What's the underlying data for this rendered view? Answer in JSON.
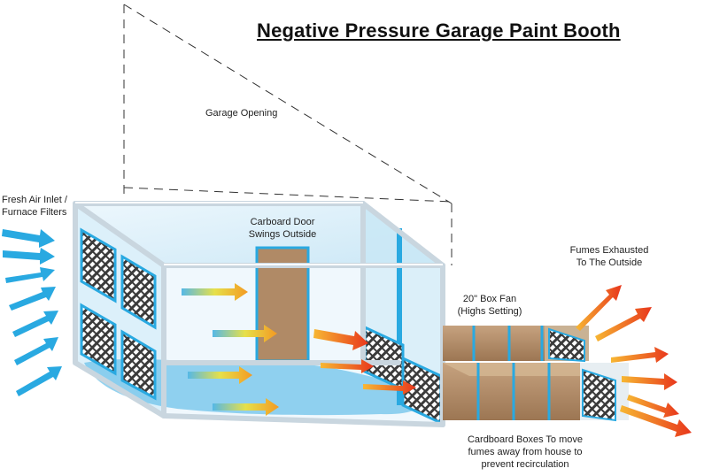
{
  "diagram": {
    "title": "Negative Pressure Garage Paint Booth",
    "labels": {
      "garage_opening": "Garage Opening",
      "fresh_air_line1": "Fresh Air Inlet /",
      "fresh_air_line2": "Furnace Filters",
      "door_line1": "Carboard  Door",
      "door_line2": "Swings Outside",
      "fan_line1": "20\" Box Fan",
      "fan_line2": "(Highs Setting)",
      "fumes_line1": "Fumes Exhausted",
      "fumes_line2": "To The Outside",
      "boxes_line1": "Cardboard Boxes To move",
      "boxes_line2": "fumes away from house to",
      "boxes_line3": "prevent recirculation"
    },
    "colors": {
      "inlet_arrow": "#29a9e1",
      "frame": "#dfe8ee",
      "booth_fill": "#cfeaf7",
      "floor": "#6fc3ea",
      "cardboard": "#b08a66",
      "exhaust_start": "#f7b733",
      "exhaust_end": "#e8371c"
    },
    "icons": [
      "inlet-arrow-icon",
      "exhaust-arrow-icon",
      "furnace-filter-icon",
      "box-fan-icon"
    ]
  }
}
